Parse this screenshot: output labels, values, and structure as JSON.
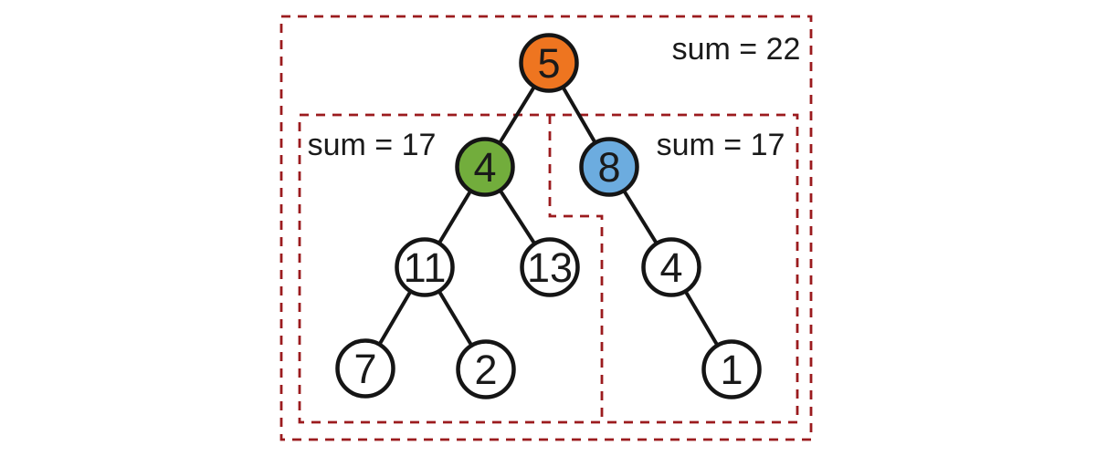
{
  "regions": [
    {
      "id": "whole-tree",
      "label": "sum = 22"
    },
    {
      "id": "left-subtree",
      "label": "sum = 17"
    },
    {
      "id": "right-subtree",
      "label": "sum = 17"
    }
  ],
  "nodes": [
    {
      "value": "5",
      "fill": "#EE7520",
      "highlight": "orange"
    },
    {
      "value": "4",
      "fill": "#72AD3C",
      "highlight": "green"
    },
    {
      "value": "8",
      "fill": "#6CACDF",
      "highlight": "blue"
    },
    {
      "value": "11",
      "fill": "#FFFFFF",
      "highlight": "none"
    },
    {
      "value": "13",
      "fill": "#FFFFFF",
      "highlight": "none"
    },
    {
      "value": "4",
      "fill": "#FFFFFF",
      "highlight": "none"
    },
    {
      "value": "7",
      "fill": "#FFFFFF",
      "highlight": "none"
    },
    {
      "value": "2",
      "fill": "#FFFFFF",
      "highlight": "none"
    },
    {
      "value": "1",
      "fill": "#FFFFFF",
      "highlight": "none"
    }
  ],
  "edges": [
    {
      "from": "5",
      "to": "4"
    },
    {
      "from": "5",
      "to": "8"
    },
    {
      "from": "4",
      "to": "11"
    },
    {
      "from": "4",
      "to": "13"
    },
    {
      "from": "8",
      "to": "4-right"
    },
    {
      "from": "11",
      "to": "7"
    },
    {
      "from": "11",
      "to": "2"
    },
    {
      "from": "4-right",
      "to": "1"
    }
  ],
  "colors": {
    "region_outline": "#9B1B1E",
    "node_outline": "#151515",
    "edge_line": "#151515",
    "node_orange": "#EE7520",
    "node_green": "#72AD3C",
    "node_blue": "#6CACDF",
    "text": "#1A1A1A",
    "background": "#FFFFFF"
  }
}
